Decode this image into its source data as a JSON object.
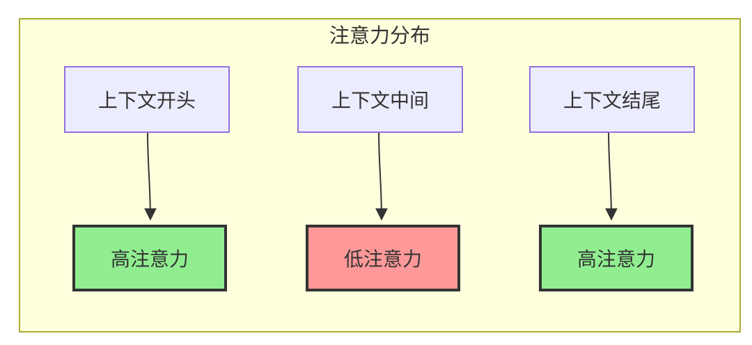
{
  "diagram": {
    "type": "flowchart-top-down",
    "title": "注意力分布",
    "top_nodes": [
      {
        "label": "上下文开头"
      },
      {
        "label": "上下文中间"
      },
      {
        "label": "上下文结尾"
      }
    ],
    "bottom_nodes": [
      {
        "label": "高注意力",
        "level": "high"
      },
      {
        "label": "低注意力",
        "level": "low"
      },
      {
        "label": "高注意力",
        "level": "high"
      }
    ],
    "edges": [
      {
        "from": "上下文开头",
        "to": "高注意力"
      },
      {
        "from": "上下文中间",
        "to": "低注意力"
      },
      {
        "from": "上下文结尾",
        "to": "高注意力"
      }
    ],
    "colors": {
      "cluster_fill": "#FFFFDE",
      "cluster_border": "#AAAA33",
      "source_node_fill": "#ECECFF",
      "source_node_border": "#9370DB",
      "high_attention_fill": "#90EE90",
      "low_attention_fill": "#FF9999",
      "result_node_border": "#333333",
      "text": "#333333",
      "arrow": "#333333"
    }
  }
}
